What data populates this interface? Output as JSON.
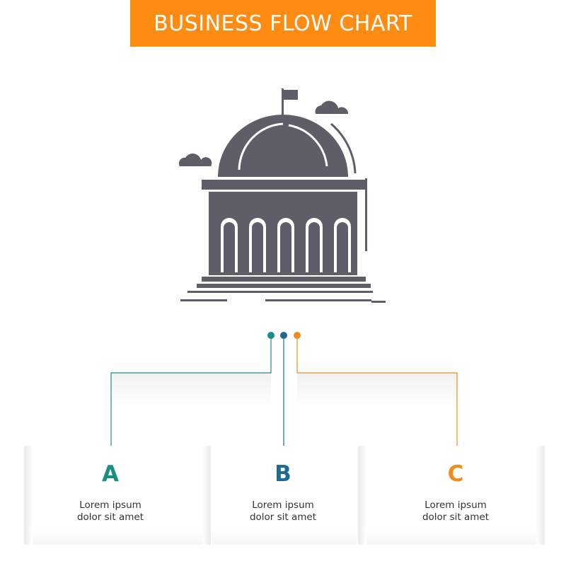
{
  "title": "BUSINESS FLOW CHART",
  "colors": {
    "title_bg": "#ff8c12",
    "icon": "#5e5d68",
    "teal": "#1a8f80",
    "blue": "#1f6a95",
    "orange": "#f08c1e"
  },
  "icon": {
    "name": "library-dome-icon"
  },
  "steps": [
    {
      "letter": "A",
      "line1": "Lorem ipsum",
      "line2": "dolor sit amet"
    },
    {
      "letter": "B",
      "line1": "Lorem ipsum",
      "line2": "dolor sit amet"
    },
    {
      "letter": "C",
      "line1": "Lorem ipsum",
      "line2": "dolor sit amet"
    }
  ]
}
